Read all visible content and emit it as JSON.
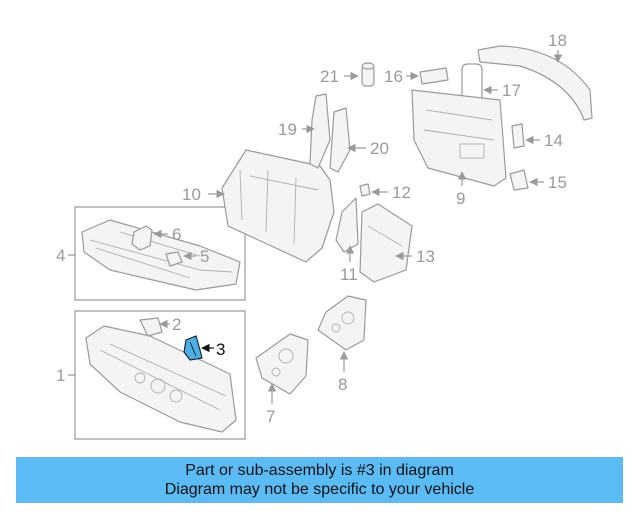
{
  "diagram": {
    "highlighted_part": "3",
    "highlight_color": "#4ab0e8",
    "callouts": [
      {
        "id": "1",
        "label": "1"
      },
      {
        "id": "2",
        "label": "2"
      },
      {
        "id": "3",
        "label": "3"
      },
      {
        "id": "4",
        "label": "4"
      },
      {
        "id": "5",
        "label": "5"
      },
      {
        "id": "6",
        "label": "6"
      },
      {
        "id": "7",
        "label": "7"
      },
      {
        "id": "8",
        "label": "8"
      },
      {
        "id": "9",
        "label": "9"
      },
      {
        "id": "10",
        "label": "10"
      },
      {
        "id": "11",
        "label": "11"
      },
      {
        "id": "12",
        "label": "12"
      },
      {
        "id": "13",
        "label": "13"
      },
      {
        "id": "14",
        "label": "14"
      },
      {
        "id": "15",
        "label": "15"
      },
      {
        "id": "16",
        "label": "16"
      },
      {
        "id": "17",
        "label": "17"
      },
      {
        "id": "18",
        "label": "18"
      },
      {
        "id": "19",
        "label": "19"
      },
      {
        "id": "20",
        "label": "20"
      },
      {
        "id": "21",
        "label": "21"
      }
    ]
  },
  "banner": {
    "line1": "Part or sub-assembly is #3 in diagram",
    "line2": "Diagram may not be specific to your vehicle",
    "background": "#5bbcf5"
  }
}
